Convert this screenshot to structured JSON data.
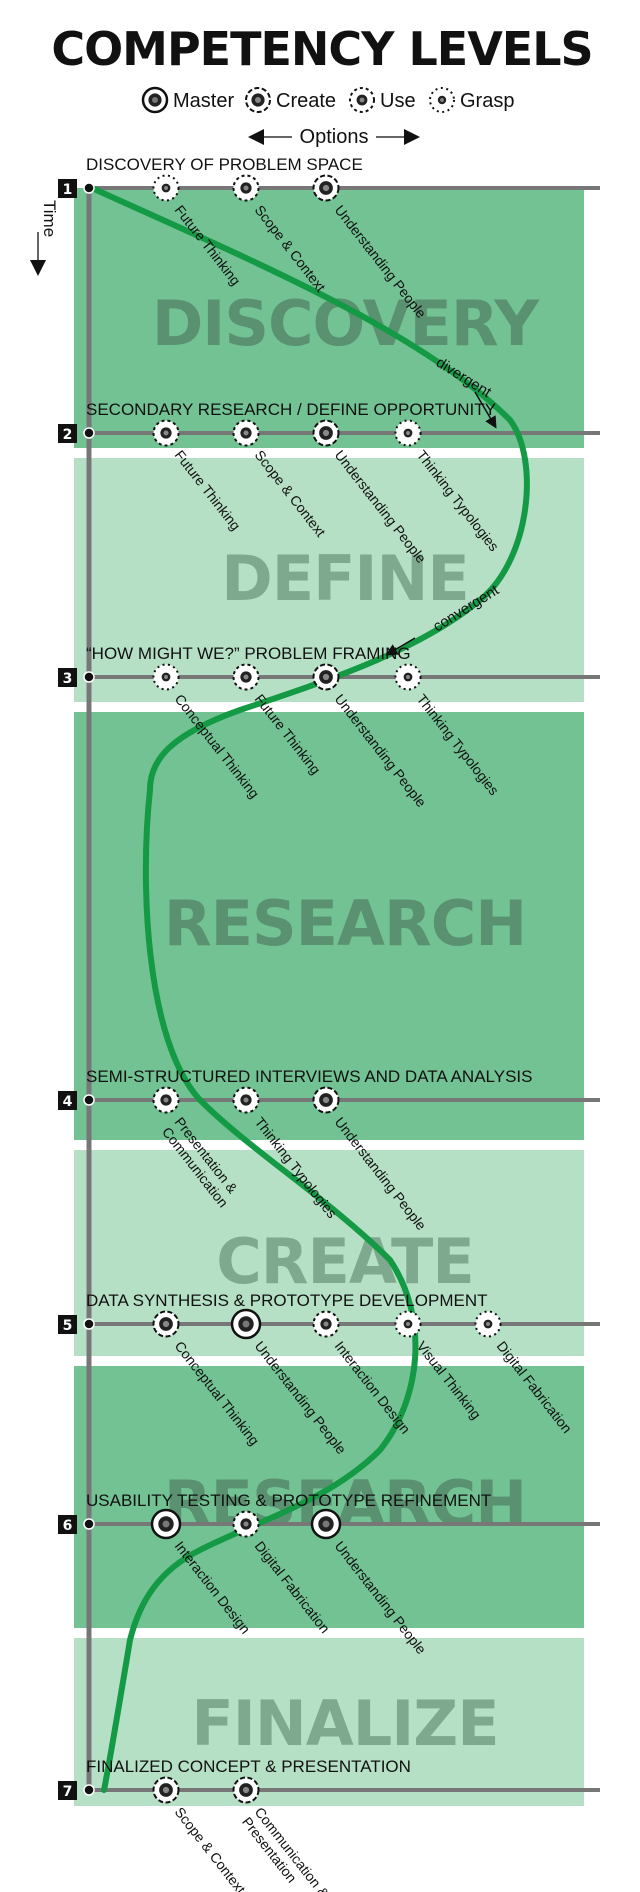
{
  "title": "COMPETENCY LEVELS",
  "legend": [
    {
      "level": "master",
      "label": "Master"
    },
    {
      "level": "create",
      "label": "Create"
    },
    {
      "level": "use",
      "label": "Use"
    },
    {
      "level": "grasp",
      "label": "Grasp"
    }
  ],
  "options_label": "Options",
  "time_label": "Time",
  "phases": [
    {
      "name": "DISCOVERY",
      "shade": "dark"
    },
    {
      "name": "DEFINE",
      "shade": "light"
    },
    {
      "name": "RESEARCH",
      "shade": "dark"
    },
    {
      "name": "CREATE",
      "shade": "light"
    },
    {
      "name": "RESEARCH",
      "shade": "dark"
    },
    {
      "name": "FINALIZE",
      "shade": "light"
    }
  ],
  "steps": [
    {
      "num": "1",
      "label": "DISCOVERY OF PROBLEM SPACE",
      "competencies": [
        {
          "col": 1,
          "level": "grasp",
          "label": "Future Thinking"
        },
        {
          "col": 2,
          "level": "use",
          "label": "Scope & Context"
        },
        {
          "col": 3,
          "level": "create",
          "label": "Understanding People"
        }
      ]
    },
    {
      "num": "2",
      "label": "SECONDARY RESEARCH / DEFINE OPPORTUNITY",
      "competencies": [
        {
          "col": 1,
          "level": "use",
          "label": "Future Thinking"
        },
        {
          "col": 2,
          "level": "use",
          "label": "Scope & Context"
        },
        {
          "col": 3,
          "level": "create",
          "label": "Understanding People"
        },
        {
          "col": 4,
          "level": "grasp",
          "label": "Thinking Typologies"
        }
      ]
    },
    {
      "num": "3",
      "label": "“HOW MIGHT WE?” PROBLEM FRAMING",
      "competencies": [
        {
          "col": 1,
          "level": "grasp",
          "label": "Conceptual Thinking"
        },
        {
          "col": 2,
          "level": "use",
          "label": "Future Thinking"
        },
        {
          "col": 3,
          "level": "create",
          "label": "Understanding People"
        },
        {
          "col": 4,
          "level": "grasp",
          "label": "Thinking Typologies"
        }
      ]
    },
    {
      "num": "4",
      "label": "SEMI-STRUCTURED INTERVIEWS AND DATA ANALYSIS",
      "competencies": [
        {
          "col": 1,
          "level": "use",
          "label": "Presentation & Communication"
        },
        {
          "col": 2,
          "level": "use",
          "label": "Thinking Typologies"
        },
        {
          "col": 3,
          "level": "create",
          "label": "Understanding People"
        }
      ]
    },
    {
      "num": "5",
      "label": "DATA SYNTHESIS & PROTOTYPE DEVELOPMENT",
      "competencies": [
        {
          "col": 1,
          "level": "create",
          "label": "Conceptual Thinking"
        },
        {
          "col": 2,
          "level": "master",
          "label": "Understanding People"
        },
        {
          "col": 3,
          "level": "use",
          "label": "Interaction Design"
        },
        {
          "col": 4,
          "level": "grasp",
          "label": "Visual Thinking"
        },
        {
          "col": 5,
          "level": "grasp",
          "label": "Digital Fabrication"
        }
      ]
    },
    {
      "num": "6",
      "label": "USABILITY TESTING & PROTOTYPE REFINEMENT",
      "competencies": [
        {
          "col": 1,
          "level": "master",
          "label": "Interaction Design"
        },
        {
          "col": 2,
          "level": "use",
          "label": "Digital Fabrication"
        },
        {
          "col": 3,
          "level": "master",
          "label": "Understanding People"
        }
      ]
    },
    {
      "num": "7",
      "label": "FINALIZED CONCEPT & PRESENTATION",
      "competencies": [
        {
          "col": 1,
          "level": "create",
          "label": "Scope & Context"
        },
        {
          "col": 2,
          "level": "create",
          "label": "Communication & Presentation"
        }
      ]
    }
  ],
  "annotations": {
    "divergent": "divergent",
    "convergent": "convergent"
  },
  "colors": {
    "dark": "#72c293",
    "light": "#b6e0c6",
    "phase_text_dark": "#5a9171",
    "phase_text_light": "#7fa98f",
    "curve": "#149a45",
    "line": "#777777",
    "ink": "#111111"
  }
}
